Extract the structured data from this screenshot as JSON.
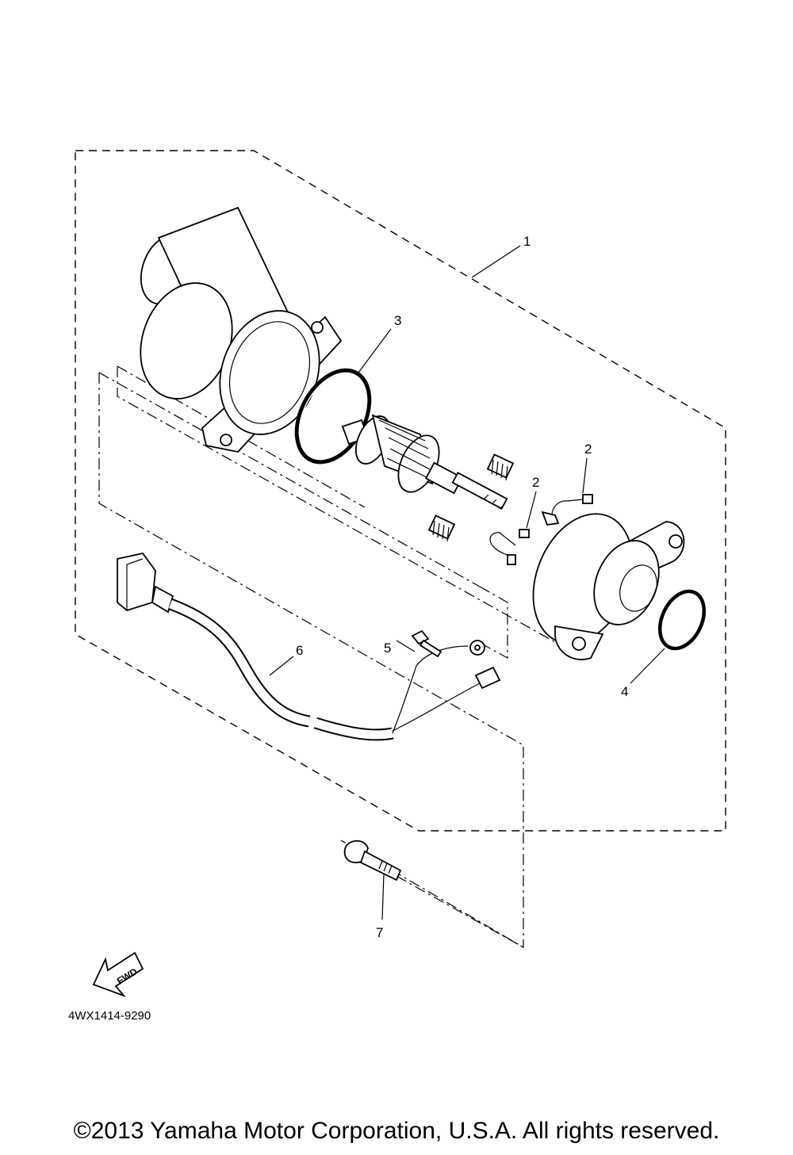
{
  "callouts": {
    "c1": "1",
    "c2a": "2",
    "c2b": "2",
    "c3": "3",
    "c4": "4",
    "c5": "5",
    "c6": "6",
    "c7": "7"
  },
  "fwd_label": "FWD",
  "diagram_code": "4WX1414-9290",
  "copyright": "©2013 Yamaha Motor Corporation, U.S.A. All rights reserved."
}
